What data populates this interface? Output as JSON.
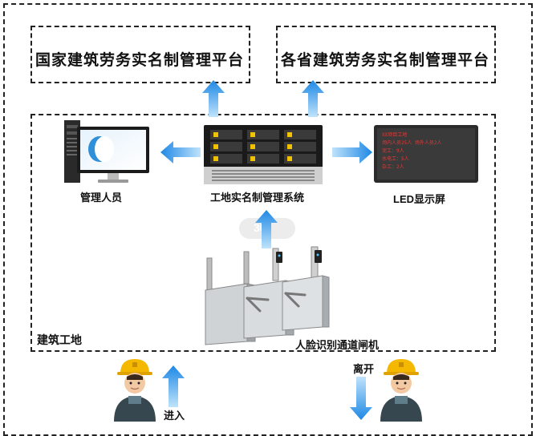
{
  "platforms": {
    "national": "国家建筑劳务实名制管理平台",
    "provincial": "各省建筑劳务实名制管理平台"
  },
  "nodes": {
    "admin": "管理人员",
    "system": "工地实名制管理系统",
    "led": "LED显示屏",
    "gate": "人脸识别通道闸机"
  },
  "site": {
    "label": "建筑工地"
  },
  "badge": "30",
  "flow": {
    "enter": "进入",
    "exit": "离开"
  },
  "led_screen": {
    "lines": [
      "XX项目工地",
      "场内人员25人    场外人员2人",
      "泥工：9人",
      "水电工：5人",
      "杂工：2人"
    ]
  },
  "colors": {
    "arrow_top": "#1e88e5",
    "arrow_bottom": "#bfe3fb",
    "led_bg": "#2b2b2b",
    "led_text": "#e53935",
    "helmet": "#f5b800"
  }
}
